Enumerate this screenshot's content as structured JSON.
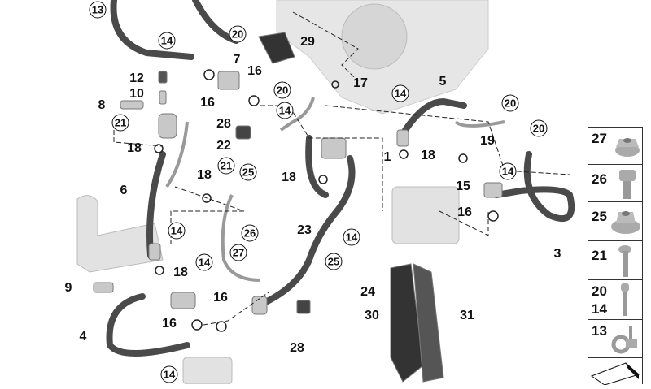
{
  "callouts": [
    {
      "text": "13"
    },
    {
      "text": "20"
    },
    {
      "text": "29"
    },
    {
      "text": "14"
    },
    {
      "text": "7"
    },
    {
      "text": "16"
    },
    {
      "text": "12"
    },
    {
      "text": "10"
    },
    {
      "text": "16"
    },
    {
      "text": "20"
    },
    {
      "text": "17"
    },
    {
      "text": "14"
    },
    {
      "text": "5"
    },
    {
      "text": "14"
    },
    {
      "text": "20"
    },
    {
      "text": "8"
    },
    {
      "text": "21"
    },
    {
      "text": "28"
    },
    {
      "text": "19"
    },
    {
      "text": "20"
    },
    {
      "text": "18"
    },
    {
      "text": "22"
    },
    {
      "text": "1"
    },
    {
      "text": "18"
    },
    {
      "text": "21"
    },
    {
      "text": "25"
    },
    {
      "text": "14"
    },
    {
      "text": "18"
    },
    {
      "text": "18"
    },
    {
      "text": "15"
    },
    {
      "text": "6"
    },
    {
      "text": "16"
    },
    {
      "text": "14"
    },
    {
      "text": "26"
    },
    {
      "text": "23"
    },
    {
      "text": "14"
    },
    {
      "text": "3"
    },
    {
      "text": "27"
    },
    {
      "text": "18"
    },
    {
      "text": "14"
    },
    {
      "text": "25"
    },
    {
      "text": "9"
    },
    {
      "text": "16"
    },
    {
      "text": "24"
    },
    {
      "text": "30"
    },
    {
      "text": "31"
    },
    {
      "text": "4"
    },
    {
      "text": "16"
    },
    {
      "text": "28"
    },
    {
      "text": "14"
    }
  ],
  "legend_panel": [
    {
      "label": "27",
      "part": "flange-nut"
    },
    {
      "label": "26",
      "part": "hex-bolt"
    },
    {
      "label": "25",
      "part": "collar-nut"
    },
    {
      "label": "21",
      "part": "torx-bolt"
    },
    {
      "label": "20",
      "label2": "14",
      "part": "socket-screw"
    },
    {
      "label": "13",
      "part": "hose-clamp"
    },
    {
      "label": "",
      "part": "sheet-icon"
    }
  ],
  "colors": {
    "hose": "#4a4a4a",
    "part": "#c8c8c8",
    "engine": "#e4e4e4"
  }
}
